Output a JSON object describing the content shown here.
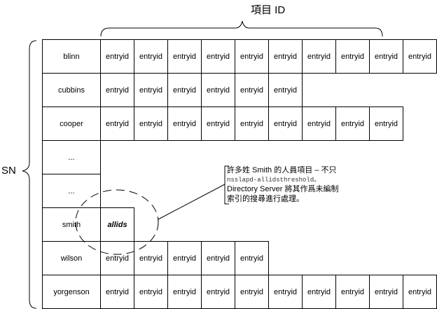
{
  "header_label": "項目 ID",
  "side_label": "SN",
  "rows": [
    {
      "name": "blinn",
      "cells": [
        "entryid",
        "entryid",
        "entryid",
        "entryid",
        "entryid",
        "entryid",
        "entryid",
        "entryid",
        "entryid",
        "entryid"
      ]
    },
    {
      "name": "cubbins",
      "cells": [
        "entryid",
        "entryid",
        "entryid",
        "entryid",
        "entryid",
        "entryid"
      ]
    },
    {
      "name": "cooper",
      "cells": [
        "entryid",
        "entryid",
        "entryid",
        "entryid",
        "entryid",
        "entryid",
        "entryid",
        "entryid",
        "entryid"
      ]
    },
    {
      "name": "...",
      "cells": []
    },
    {
      "name": "...",
      "cells": []
    },
    {
      "name": "smith",
      "cells": [
        "allids"
      ],
      "highlight": true
    },
    {
      "name": "wilson",
      "cells": [
        "entryid",
        "entryid",
        "entryid",
        "entryid",
        "entryid"
      ]
    },
    {
      "name": "yorgenson",
      "cells": [
        "entryid",
        "entryid",
        "entryid",
        "entryid",
        "entryid",
        "entryid",
        "entryid",
        "entryid",
        "entryid",
        "entryid"
      ]
    }
  ],
  "annotation": {
    "line1": "許多姓 Smith 的人員項目 – 不只",
    "line2": "nsslapd-allidsthreshold。",
    "line3": "Directory Server 將其作爲未編制",
    "line4": "索引的搜尋進行處理。"
  }
}
